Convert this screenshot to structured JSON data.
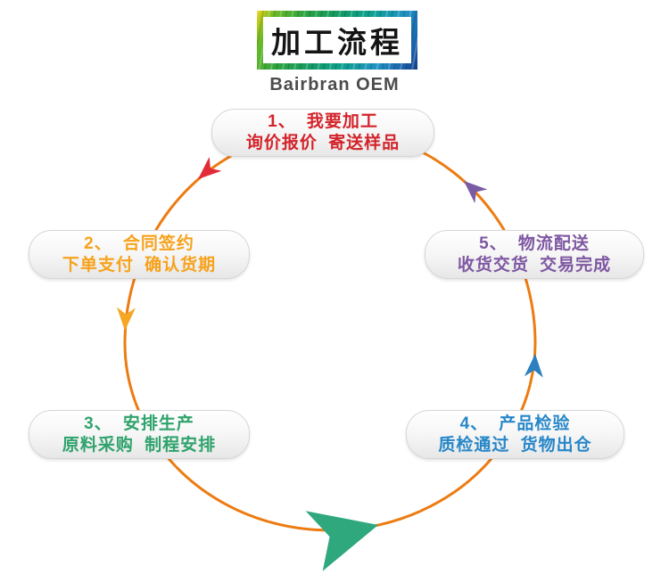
{
  "header": {
    "title": "加工流程",
    "subtitle": "Bairbran OEM"
  },
  "steps": [
    {
      "line1": "1、 我要加工",
      "line2": "询价报价 寄送样品",
      "color": "#d3232a"
    },
    {
      "line1": "2、 合同签约",
      "line2": "下单支付 确认货期",
      "color": "#f6a21c"
    },
    {
      "line1": "3、 安排生产",
      "line2": "原料采购 制程安排",
      "color": "#2fa36c"
    },
    {
      "line1": "4、 产品检验",
      "line2": "质检通过 货物出仓",
      "color": "#2787c8"
    },
    {
      "line1": "5、 物流配送",
      "line2": "收货交货 交易完成",
      "color": "#7e57a2"
    }
  ],
  "flow": {
    "circle_color": "#ec7c12",
    "arrows": [
      {
        "name": "step1-to-step2",
        "color": "#e12b38"
      },
      {
        "name": "step2-to-step3",
        "color": "#f5a623"
      },
      {
        "name": "step3-to-step4",
        "color": "#2fa87e"
      },
      {
        "name": "step4-to-step5",
        "color": "#2c7fc0"
      },
      {
        "name": "step5-to-step1",
        "color": "#7a5ca4"
      }
    ]
  }
}
